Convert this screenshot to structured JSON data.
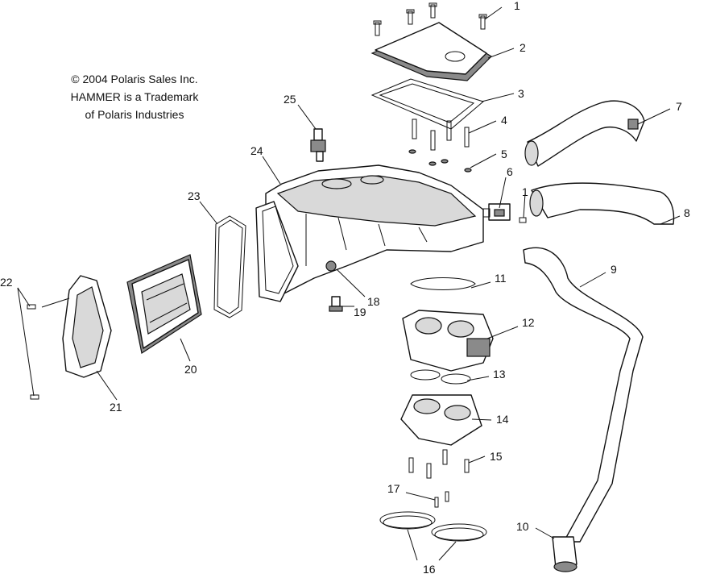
{
  "notice": {
    "copyright": "© 2004 Polaris Sales Inc.",
    "trademark_line1": "HAMMER is a Trademark",
    "trademark_line2": "of Polaris Industries"
  },
  "callouts": [
    "1",
    "2",
    "3",
    "4",
    "5",
    "6",
    "7",
    "8",
    "1",
    "9",
    "10",
    "11",
    "12",
    "13",
    "14",
    "15",
    "16",
    "17",
    "18",
    "19",
    "20",
    "21",
    "22",
    "23",
    "24",
    "25"
  ]
}
